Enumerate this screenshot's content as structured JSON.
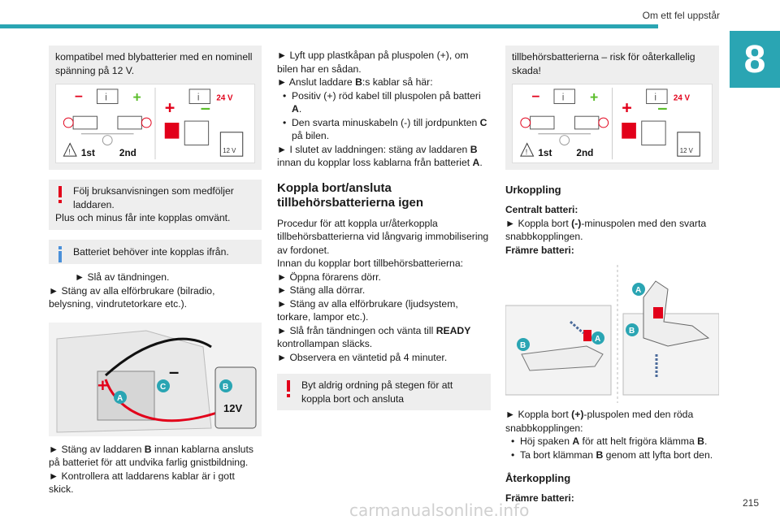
{
  "header": {
    "title": "Om ett fel uppstår",
    "chapter": "8",
    "page_number": "215"
  },
  "watermark": "carmanualsonline.info",
  "col1": {
    "box_text": "kompatibel med blybatterier med en nominell spänning på 12 V.",
    "figure": {
      "first": "1st",
      "second": "2nd",
      "volt24": "24 V",
      "volt12": "12 V"
    },
    "warn_line1": "Följ bruksanvisningen som medföljer laddaren.",
    "warn_line2": "Plus och minus får inte kopplas omvänt.",
    "info_text": "Batteriet behöver inte kopplas ifrån.",
    "step1": "► Slå av tändningen.",
    "step2": "► Stäng av alla elförbrukare (bilradio, belysning, vindrutetorkare etc.).",
    "photo": {
      "label_a": "A",
      "label_b": "B",
      "label_c": "C",
      "volt": "12V"
    },
    "step3_pre": "► Stäng av laddaren ",
    "step3_bold": "B",
    "step3_post": " innan kablarna ansluts på batteriet för att undvika farlig gnistbildning.",
    "step4": "► Kontrollera att laddarens kablar är i gott skick."
  },
  "col2": {
    "s1": "► Lyft upp plastkåpan på pluspolen (+), om bilen har en sådan.",
    "s2_pre": "► Anslut laddare ",
    "s2_bold": "B",
    "s2_post": ":s kablar så här:",
    "b1_pre": "Positiv (+) röd kabel till pluspolen på batteri ",
    "b1_bold": "A",
    "b1_post": ".",
    "b2_pre": "Den svarta minuskabeln (-) till jordpunkten ",
    "b2_bold": "C",
    "b2_post": " på bilen.",
    "s3_pre": "► I slutet av laddningen: stäng av laddaren ",
    "s3_bold": "B",
    "s3_mid": " innan du kopplar loss kablarna från batteriet ",
    "s3_bold2": "A",
    "s3_post": ".",
    "heading": "Koppla bort/ansluta tillbehörsbatterierna igen",
    "p1": "Procedur för att koppla ur/återkoppla tillbehörsbatterierna vid långvarig immobilisering av fordonet.",
    "p2": "Innan du kopplar bort tillbehörsbatterierna:",
    "l1": "► Öppna förarens dörr.",
    "l2": "► Stäng alla dörrar.",
    "l3": "► Stäng av alla elförbrukare (ljudsystem, torkare, lampor etc.).",
    "l4_pre": "► Slå från tändningen och vänta till ",
    "l4_bold": "READY",
    "l4_post": " kontrollampan släcks.",
    "l5": "► Observera en väntetid på 4 minuter.",
    "warn": "Byt aldrig ordning på stegen för att koppla bort och ansluta"
  },
  "col3": {
    "box_text": "tillbehörsbatterierna – risk för oåterkallelig skada!",
    "figure": {
      "first": "1st",
      "second": "2nd",
      "volt24": "24 V",
      "volt12": "12 V"
    },
    "h_urkoppling": "Urkoppling",
    "central": "Centralt batteri:",
    "central_pre": "► Koppla bort ",
    "central_bold": "(-)",
    "central_post": "-minuspolen med den svarta snabbkopplingen.",
    "front": "Främre batteri:",
    "photo2": {
      "a": "A",
      "b": "B"
    },
    "plus_pre": "► Koppla bort ",
    "plus_bold": "(+)",
    "plus_post": "-pluspolen med den röda snabbkopplingen:",
    "pb1_pre": "Höj spaken ",
    "pb1_bold": "A",
    "pb1_mid": " för att helt frigöra klämma ",
    "pb1_bold2": "B",
    "pb1_post": ".",
    "pb2_pre": "Ta bort klämman ",
    "pb2_bold": "B",
    "pb2_post": " genom att lyfta bort den.",
    "h_aterkoppling": "Återkoppling",
    "front2": "Främre batteri:"
  },
  "colors": {
    "accent": "#2aa5b3",
    "warn": "#e2001a",
    "info": "#4a90d9",
    "red": "#e2001a",
    "green": "#5bbd2b"
  },
  "icons": {
    "warning": "exclamation-icon",
    "info": "info-i-icon"
  }
}
